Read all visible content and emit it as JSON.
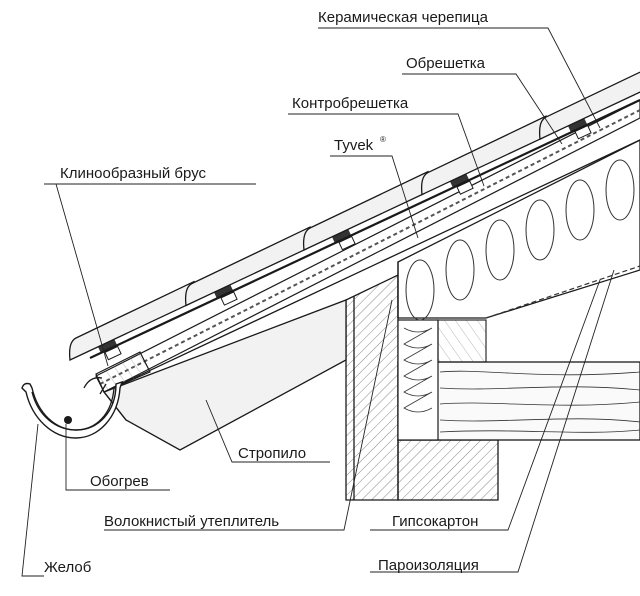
{
  "labels": {
    "ceramic_tile": "Керамическая черепица",
    "battens": "Обрешетка",
    "counter_battens": "Контробрешетка",
    "membrane": "Tyvek",
    "membrane_mark": "®",
    "wedge_beam": "Клинообразный брус",
    "rafter": "Стропило",
    "heating": "Обогрев",
    "fiber_insulation": "Волокнистый утеплитель",
    "drywall": "Гипсокартон",
    "gutter": "Желоб",
    "vapor_barrier": "Пароизоляция"
  },
  "colors": {
    "line": "#1a1a1a",
    "background": "#ffffff",
    "rafter_fill": "#f2f2f2",
    "wall_fill": "#f6f6f6",
    "tile_fill": "#f2f2f2",
    "batten_fill": "#333333"
  }
}
